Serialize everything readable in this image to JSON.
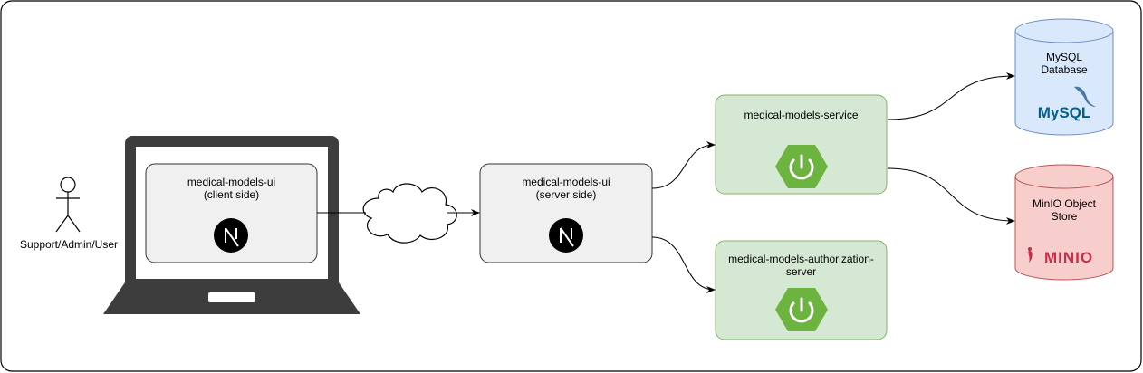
{
  "actor": {
    "label": "Support/Admin/User"
  },
  "client": {
    "label": "medical-models-ui\n(client side)"
  },
  "server_ui": {
    "label": "medical-models-ui\n(server side)"
  },
  "service": {
    "label": "medical-models-service"
  },
  "auth": {
    "label": "medical-models-authorization-\nserver"
  },
  "mysql": {
    "label": "MySQL\nDatabase",
    "logo_text": "MySQL"
  },
  "minio": {
    "label": "MinIO Object\nStore",
    "logo_text": "MINIO"
  },
  "colors": {
    "laptop": "#3d3d3d",
    "gray_fill": "#f0f0f0",
    "green_fill": "#d5e8d4",
    "green_stroke": "#82b366",
    "spring_green": "#6db33f",
    "blue_fill": "#dae8fc",
    "blue_stroke": "#6c8ebf",
    "red_fill": "#f8cecc",
    "red_stroke": "#b85450"
  }
}
